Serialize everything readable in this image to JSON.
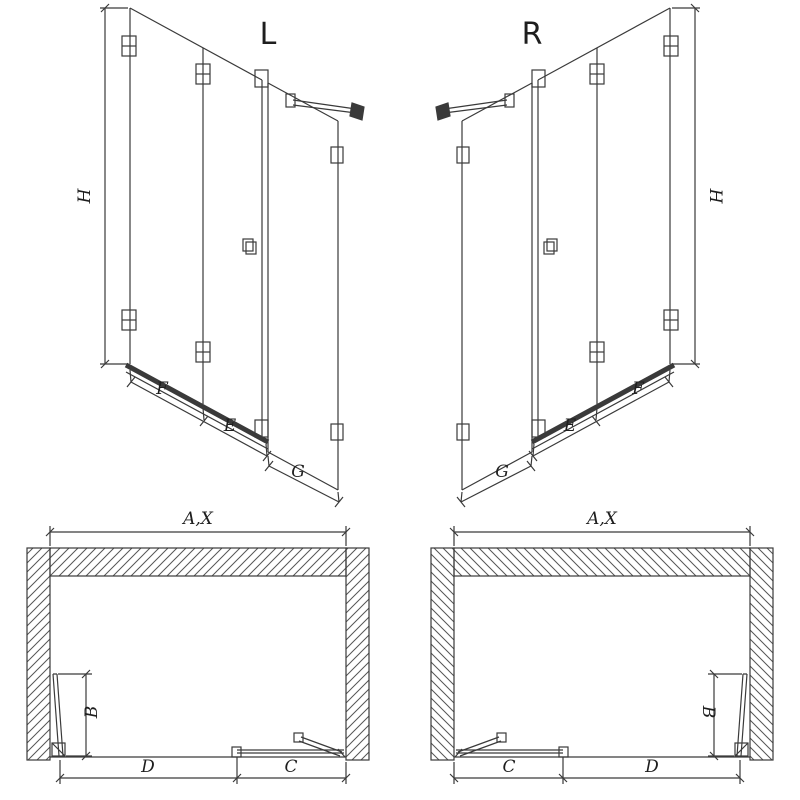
{
  "colors": {
    "line": "#3a3a3a",
    "background": "#ffffff",
    "hatch": "#555555"
  },
  "views": {
    "perspective_left": {
      "variant": "L",
      "height": "H",
      "panel_door": "F",
      "panel_mid": "E",
      "panel_side": "G"
    },
    "perspective_right": {
      "variant": "R",
      "height": "H",
      "panel_door": "F",
      "panel_mid": "E",
      "panel_side": "G"
    },
    "plan_left": {
      "width": "A,X",
      "door_depth": "B",
      "door_width": "D",
      "fixed_width": "C"
    },
    "plan_right": {
      "width": "A,X",
      "door_depth": "B",
      "door_width": "D",
      "fixed_width": "C"
    }
  }
}
